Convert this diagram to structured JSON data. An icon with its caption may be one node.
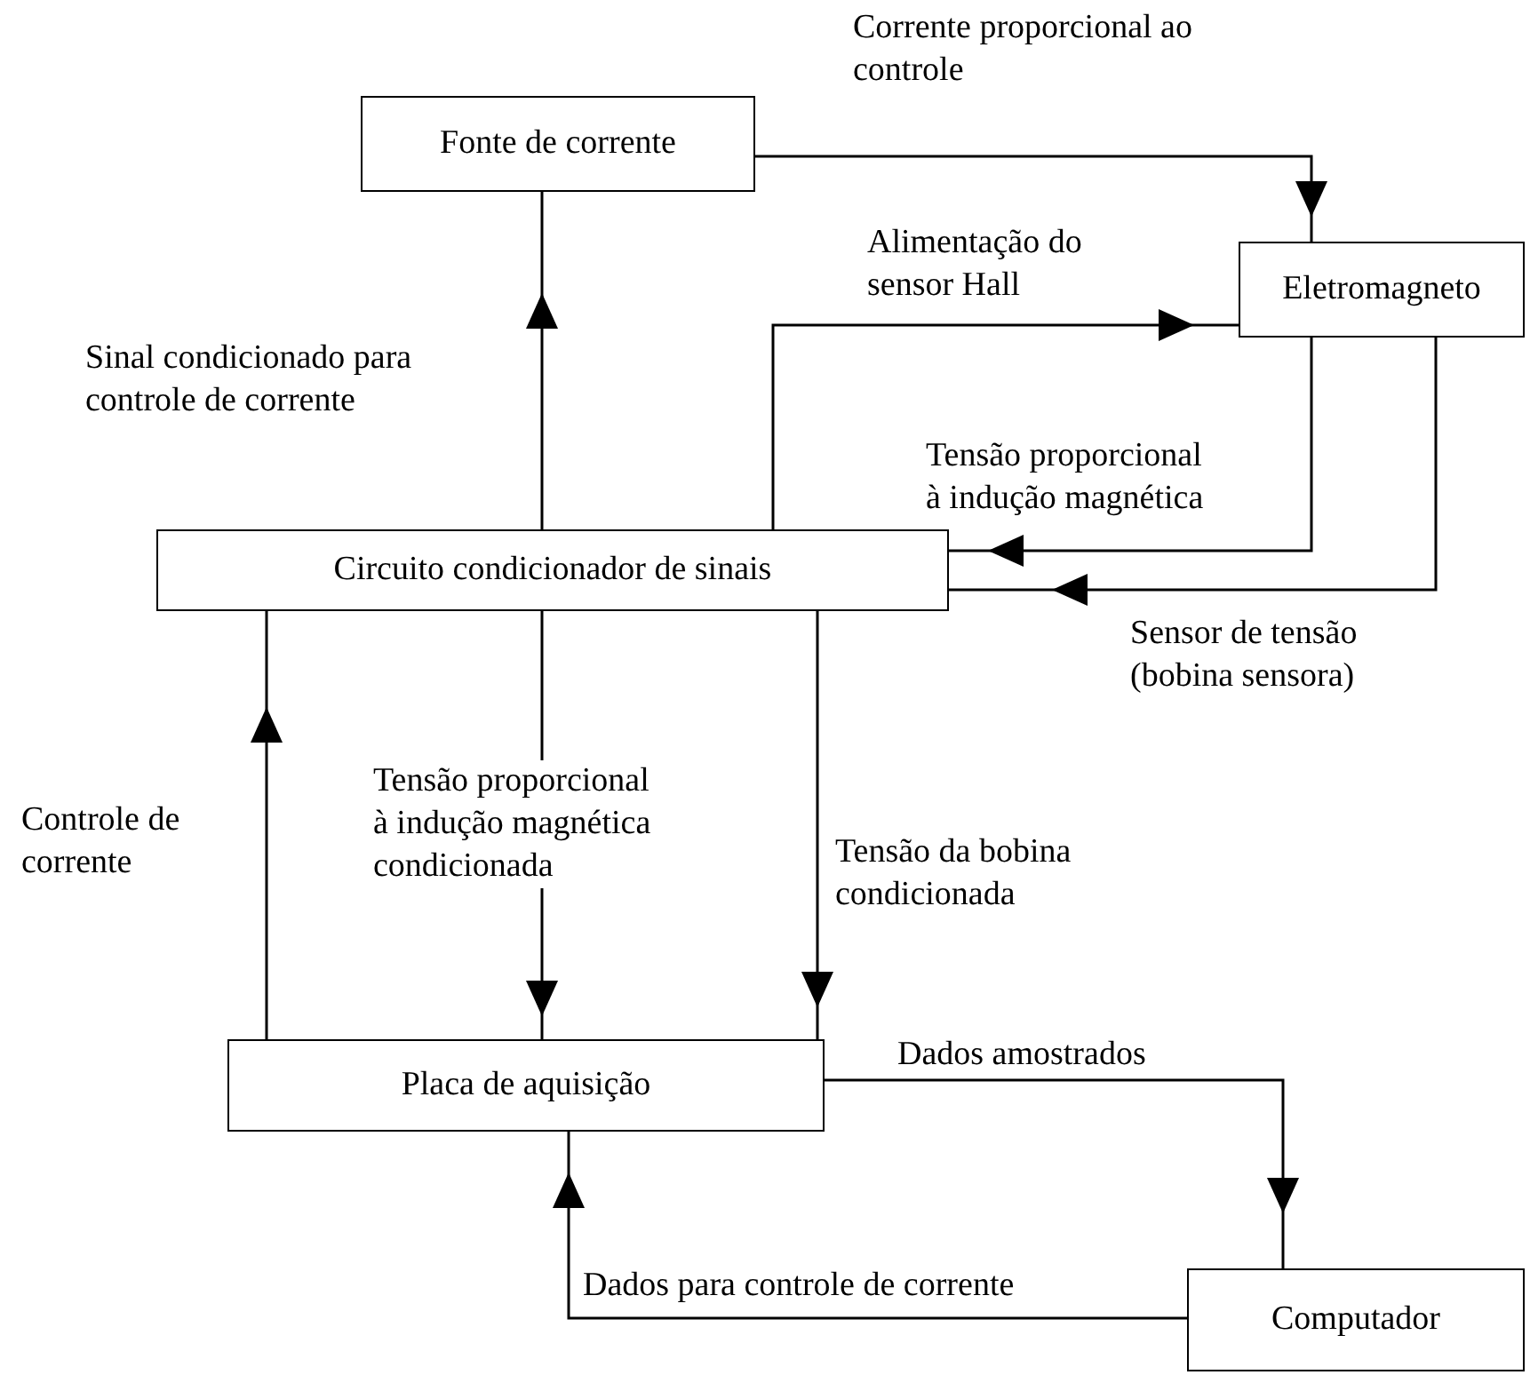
{
  "diagram": {
    "nodes": [
      {
        "text": [
          "Fonte de corrente"
        ]
      },
      {
        "text": [
          "Eletromagneto"
        ]
      },
      {
        "text": [
          "Circuito condicionador de sinais"
        ]
      },
      {
        "text": [
          "Placa de aquisição"
        ]
      },
      {
        "text": [
          "Computador"
        ]
      }
    ],
    "edges": [
      {
        "from": 0,
        "to": 1,
        "arrow": "to",
        "label": "Corrente proporcional ao controle"
      },
      {
        "from": 2,
        "to": 0,
        "arrow": "to",
        "label": "Sinal condicionado para controle de corrente"
      },
      {
        "from": 2,
        "to": 1,
        "arrow": "to",
        "label": "Alimentação do sensor Hall"
      },
      {
        "from": 1,
        "to": 2,
        "arrow": "to",
        "label": "Tensão proporcional à indução magnética"
      },
      {
        "from": 1,
        "to": 2,
        "arrow": "to",
        "label": "Sensor de tensão (bobina sensora)"
      },
      {
        "from": 3,
        "to": 2,
        "arrow": "to",
        "label": "Controle de corrente"
      },
      {
        "from": 2,
        "to": 3,
        "arrow": "to",
        "label": "Tensão proporcional à indução magnética condicionada"
      },
      {
        "from": 2,
        "to": 3,
        "arrow": "to",
        "label": "Tensão da bobina condicionada"
      },
      {
        "from": 3,
        "to": 4,
        "arrow": "to",
        "label": "Dados amostrados"
      },
      {
        "from": 4,
        "to": 3,
        "arrow": "to",
        "label": "Dados para controle de corrente"
      }
    ]
  }
}
